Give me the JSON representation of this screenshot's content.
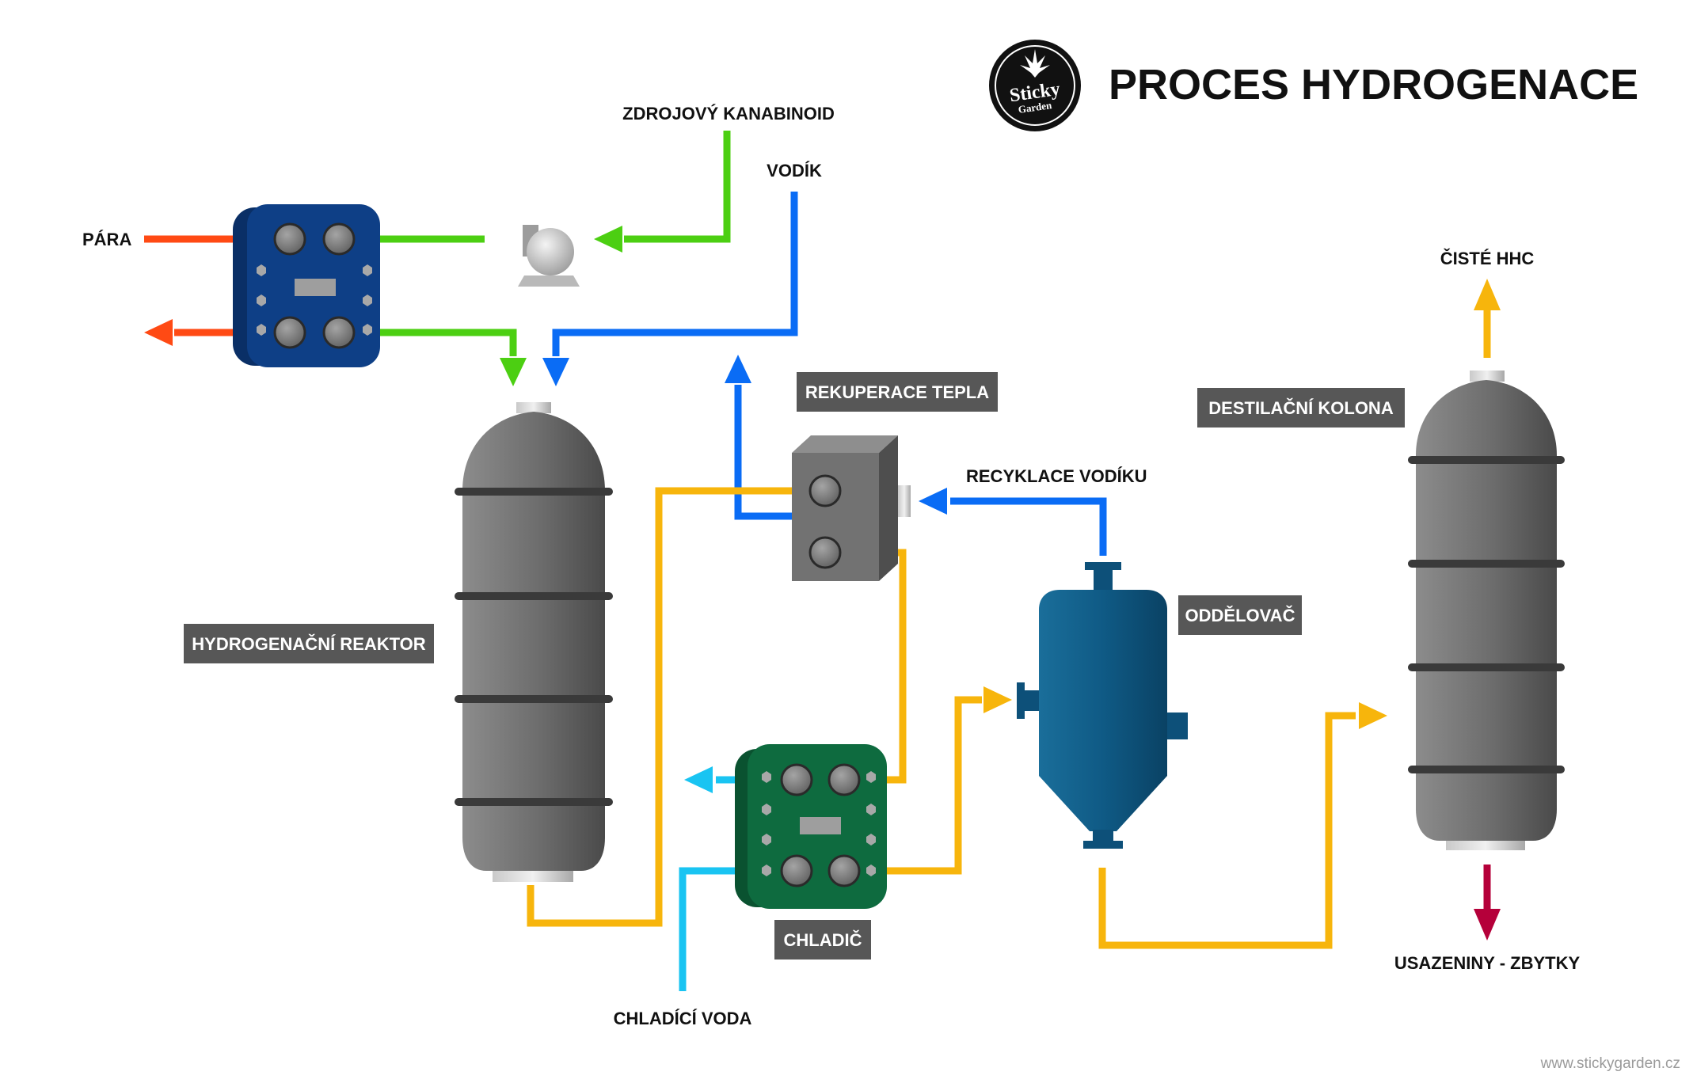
{
  "title": "PROCES HYDROGENACE",
  "logo": {
    "line1": "Sticky",
    "line2": "Garden"
  },
  "website": "www.stickygarden.cz",
  "flow_labels": {
    "steam": "PÁRA",
    "source": "ZDROJOVÝ KANABINOID",
    "hydrogen": "VODÍK",
    "recycle": "RECYKLACE VODÍKU",
    "cooling_water": "CHLADÍCÍ VODA",
    "product": "ČISTÉ HHC",
    "residue": "USAZENINY - ZBYTKY"
  },
  "equipment_labels": {
    "reactor": "HYDROGENAČNÍ REAKTOR",
    "heat_recovery": "REKUPERACE TEPLA",
    "separator": "ODDĚLOVAČ",
    "cooler": "CHLADIČ",
    "column": "DESTILAČNÍ KOLONA"
  },
  "colors": {
    "steam": "#ff4a14",
    "feed": "#4ccf12",
    "hydrogen": "#0a6cf5",
    "process": "#f7b50c",
    "cooling_water": "#19c4f2",
    "residue": "#b5003a",
    "heater_body": "#0e3f86",
    "cooler_body": "#0e6b3f",
    "separator_body": "#0f5a85",
    "label_box": "#575757"
  }
}
